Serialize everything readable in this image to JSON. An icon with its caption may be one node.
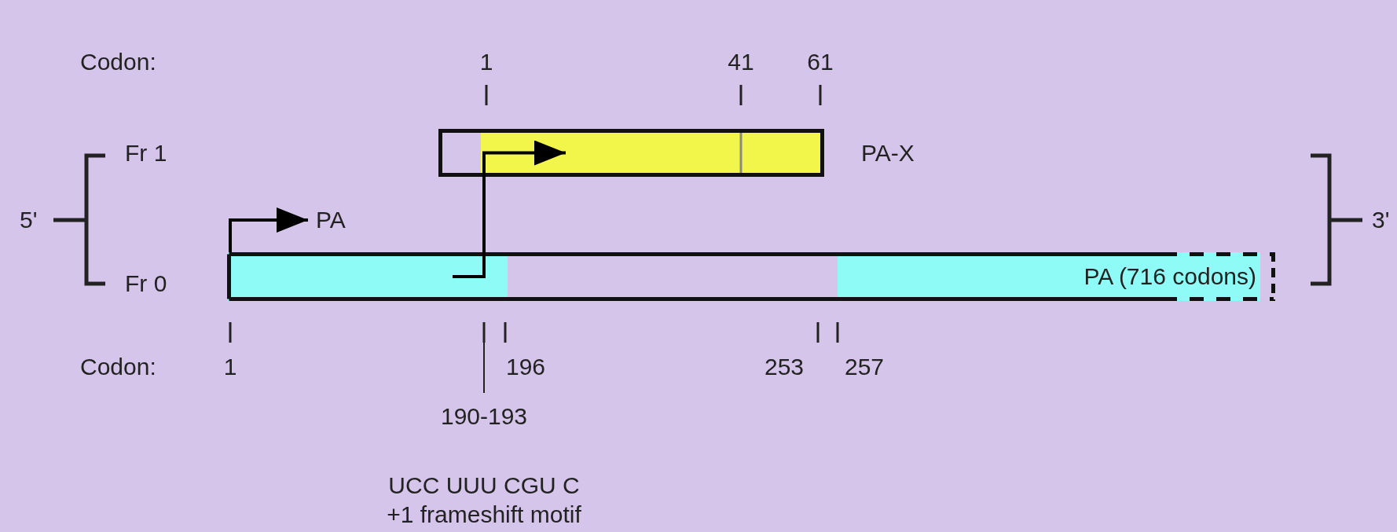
{
  "diagram": {
    "nodes": [
      {
        "text": [],
        "shape": "bar",
        "beside": [
          "PA-X"
        ]
      },
      {
        "text": [
          "PA (716 codons)"
        ]
      }
    ],
    "edges": [
      {
        "from": 1,
        "to": null,
        "arrow": "to",
        "label": "PA"
      },
      {
        "from": 1,
        "to": 0,
        "arrow": "to"
      }
    ],
    "labels": [
      "Codon:",
      "1",
      "41",
      "61",
      "Fr 1",
      "5'",
      "Fr 0",
      "3'",
      "Codon:",
      "1",
      "196",
      "253",
      "257",
      "190-193",
      "UCC UUU CGU C",
      "+1 frameshift motif"
    ]
  }
}
